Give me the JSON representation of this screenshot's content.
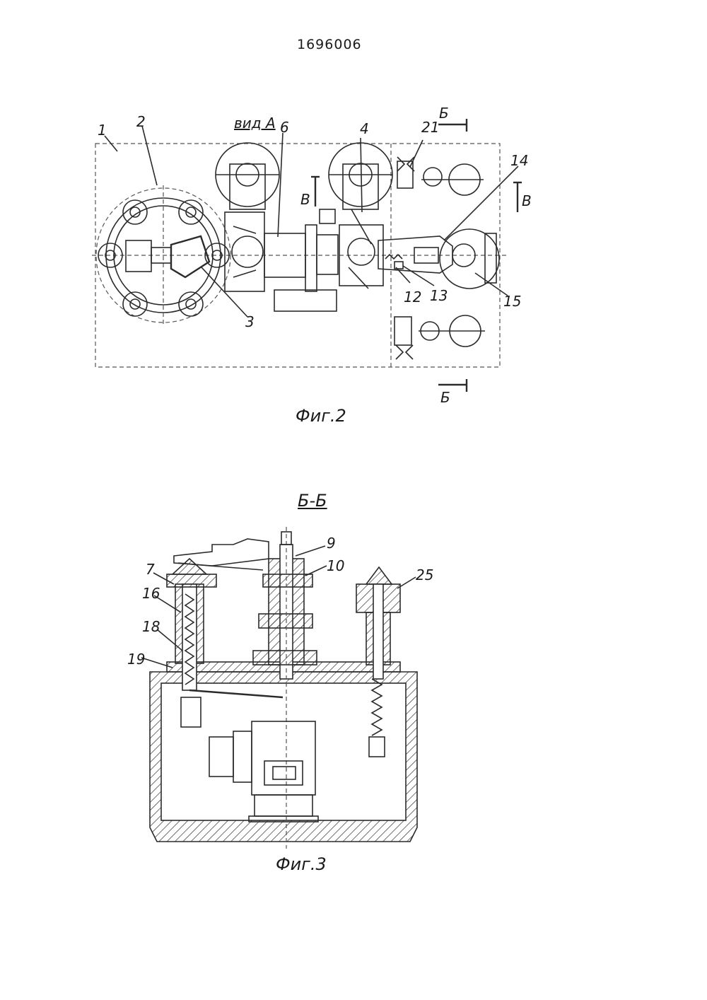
{
  "patent_number": "1696006",
  "figure2": {
    "view_label": "вид А",
    "section_mark": "Б",
    "section_mark_b": "В",
    "caption": "Фиг.2",
    "part_labels": [
      "1",
      "2",
      "3",
      "4",
      "6",
      "21",
      "14",
      "12",
      "13",
      "15"
    ]
  },
  "figure3": {
    "section_label": "Б-Б",
    "caption": "Фиг.3",
    "part_labels": [
      "7",
      "16",
      "18",
      "19",
      "9",
      "10",
      "25"
    ]
  },
  "colors": {
    "ink": "#1a1a1a",
    "paper": "#ffffff"
  }
}
